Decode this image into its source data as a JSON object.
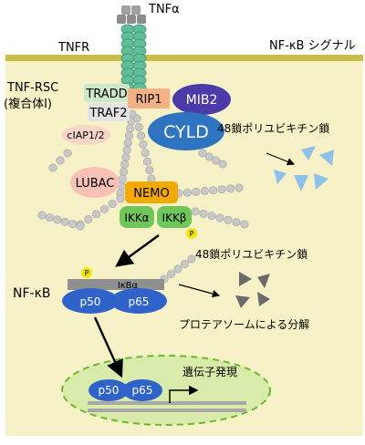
{
  "labels": {
    "tnfa": "TNFα",
    "tnfr": "TNFR",
    "pathway_title": "NF-κB シグナル",
    "rsc_line1": "TNF-RSC",
    "rsc_line2": "(複合体Ⅰ)",
    "tradd": "TRADD",
    "traf2": "TRAF2",
    "ciap": "cIAP1/2",
    "rip1": "RIP1",
    "mib2": "MIB2",
    "cyld": "CYLD",
    "lubac": "LUBAC",
    "nemo": "NEMO",
    "ikka": "IKKα",
    "ikkb": "IKKβ",
    "phospho_ikk": "P",
    "phospho_ikb": "P",
    "ub_chain_1": "48鎖ポリユビキチン鎖",
    "ub_chain_2": "48鎖ポリユビキチン鎖",
    "ikba": "IκBα",
    "nfkb": "NF-κB",
    "p50": "p50",
    "p65": "p65",
    "degradation": "プロテアソームによる分解",
    "p50_nucleus": "p50",
    "p65_nucleus": "p65",
    "gene_expression": "遺伝子発現"
  },
  "colors": {
    "cytoplasm": "#f6f1c6",
    "membrane": "#c8be49",
    "receptor": "#5fbf9a",
    "ligand": "#8c8c8c",
    "tradd": "#cfe7c9",
    "traf2": "#e3e3e3",
    "ciap": "#f7d6c8",
    "rip1": "#f4b183",
    "mib2": "#4b3aa8",
    "cyld": "#2e74c0",
    "lubac": "#f7c2b5",
    "nemo": "#f2a900",
    "ikk": "#6fc65a",
    "phospho": "#f2e600",
    "ikba": "#8f8f8f",
    "p50p65": "#2f63c9",
    "ubiquitin": "#c8c8c8",
    "ub48": "#8fc0e8",
    "degraded": "#6b6b6b",
    "nucleus": "#d8ebaa"
  }
}
